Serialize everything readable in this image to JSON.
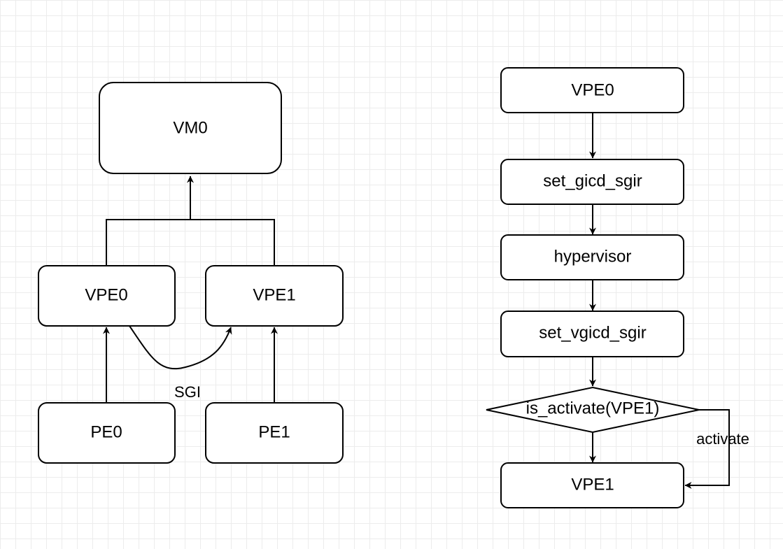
{
  "left_diagram": {
    "vm0": "VM0",
    "vpe0": "VPE0",
    "vpe1": "VPE1",
    "pe0": "PE0",
    "pe1": "PE1",
    "sgi_label": "SGI"
  },
  "flowchart": {
    "vpe0": "VPE0",
    "set_gicd_sgir": "set_gicd_sgir",
    "hypervisor": "hypervisor",
    "set_vgicd_sgir": "set_vgicd_sgir",
    "decision": "is_activate(VPE1)",
    "vpe1": "VPE1",
    "activate_label": "activate"
  }
}
